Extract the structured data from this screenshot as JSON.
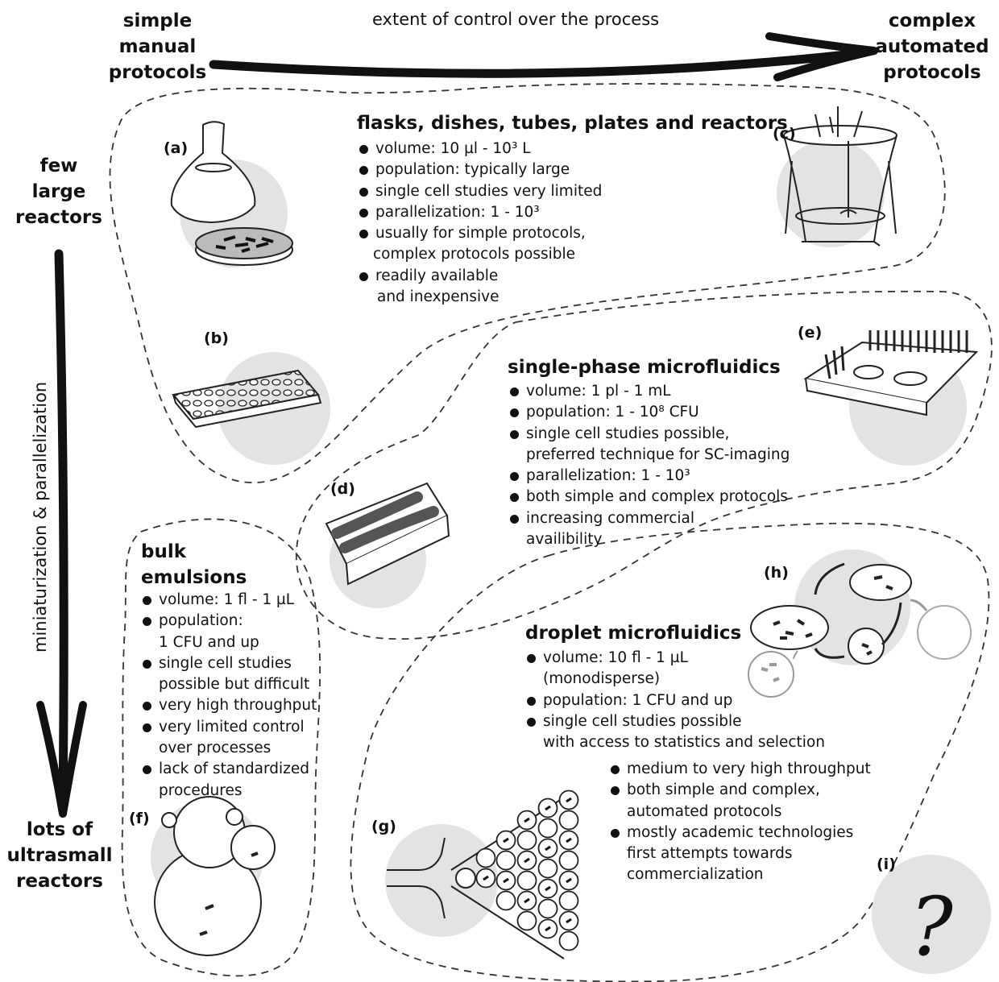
{
  "axes": {
    "top_left": [
      "simple",
      "manual",
      "protocols"
    ],
    "top_middle": "extent of control over the process",
    "top_right": [
      "complex",
      "automated",
      "protocols"
    ],
    "left_top": [
      "few",
      "large",
      "reactors"
    ],
    "left_vertical": "miniaturization & parallelization",
    "left_bottom": [
      "lots of",
      "ultrasmall",
      "reactors"
    ]
  },
  "panel_labels": [
    "(a)",
    "(b)",
    "(c)",
    "(d)",
    "(e)",
    "(f)",
    "(g)",
    "(h)",
    "(i)"
  ],
  "flasks": {
    "heading": "flasks, dishes, tubes, plates and reactors",
    "bullets": [
      [
        "volume: 10 µl - 10³ L"
      ],
      [
        "population: typically  large"
      ],
      [
        "single cell studies very limited"
      ],
      [
        "parallelization: 1 - 10³"
      ],
      [
        "usually for simple protocols,",
        "complex protocols possible"
      ],
      [
        "readily available",
        "and inexpensive"
      ]
    ]
  },
  "single_phase": {
    "heading": "single-phase microfluidics",
    "bullets": [
      [
        "volume: 1 pl - 1 mL"
      ],
      [
        "population: 1 - 10⁸ CFU"
      ],
      [
        "single cell studies possible,",
        "preferred technique for SC-imaging"
      ],
      [
        "parallelization: 1 - 10³"
      ],
      [
        "both simple and complex protocols"
      ],
      [
        "increasing commercial",
        "availibility"
      ]
    ]
  },
  "bulk": {
    "heading": [
      "bulk",
      "emulsions"
    ],
    "bullets": [
      [
        "volume: 1 fl - 1 µL"
      ],
      [
        "population:",
        "1 CFU and up"
      ],
      [
        "single cell studies",
        "possible but difficult"
      ],
      [
        "very high throughput"
      ],
      [
        "very limited control",
        "over processes"
      ],
      [
        "lack of standardized",
        "procedures"
      ]
    ]
  },
  "droplet": {
    "heading": "droplet microfluidics",
    "bullets": [
      [
        "volume: 10 fl - 1 µL",
        "(monodisperse)"
      ],
      [
        "population: 1 CFU and up"
      ],
      [
        "single cell studies possible",
        "with access to statistics and selection"
      ]
    ],
    "bullets2": [
      [
        "medium to very high throughput"
      ],
      [
        "both simple and complex,",
        "automated protocols"
      ],
      [
        "mostly academic technologies",
        "first attempts towards",
        "commercialization"
      ]
    ]
  },
  "question_mark": "?"
}
